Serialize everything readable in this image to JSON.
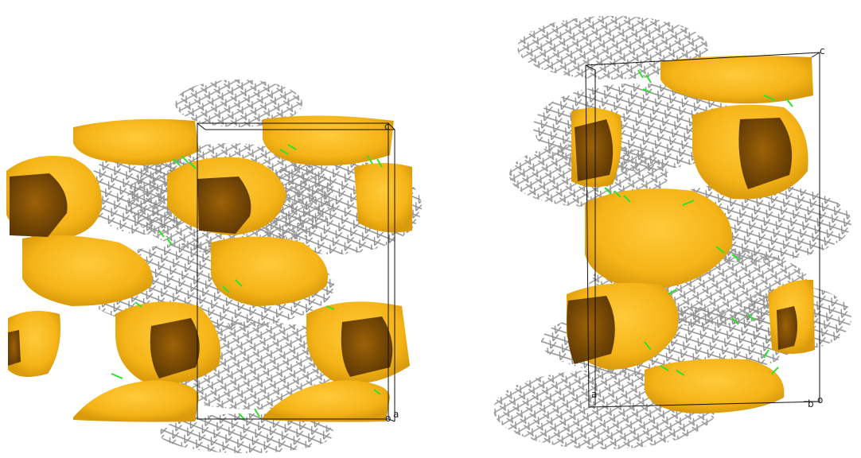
{
  "colors": {
    "void_surface": "#F5B417",
    "void_dark": "#7A4A06",
    "framework_bonds": "#9A9A9A",
    "hydrogen_bonds": "#2EE02E",
    "cell_edges": "#111111"
  },
  "panels": [
    {
      "name": "left-view",
      "axis_labels": {
        "c": "c",
        "a": "a",
        "origin": "o"
      }
    },
    {
      "name": "right-view",
      "axis_labels": {
        "c": "c",
        "a": "a",
        "b": "b",
        "origin": "o"
      }
    }
  ]
}
